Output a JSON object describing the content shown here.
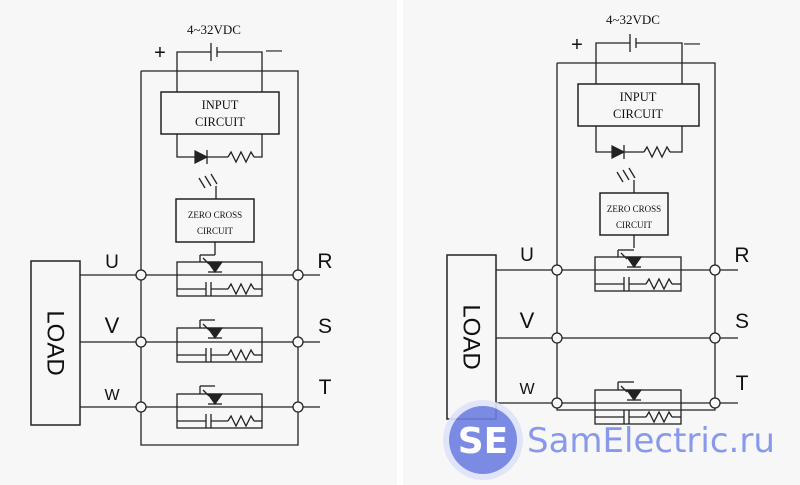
{
  "diagram": {
    "supply_label": "4~32VDC",
    "plus_sign": "+",
    "minus_sign": "—",
    "input_circuit": [
      "INPUT",
      "CIRCUIT"
    ],
    "zero_cross": [
      "ZERO CROSS",
      "CIRCUIT"
    ],
    "load_label": "LOAD",
    "phases_in": [
      "U",
      "V",
      "W"
    ],
    "phases_out": [
      "R",
      "S",
      "T"
    ]
  },
  "watermark": {
    "logo": "SE",
    "text": "SamElectric.ru",
    "colors": {
      "logo_ring": "#c7cff3",
      "logo_fill": "#6e7fe0",
      "text": "#7d8fe8"
    }
  }
}
